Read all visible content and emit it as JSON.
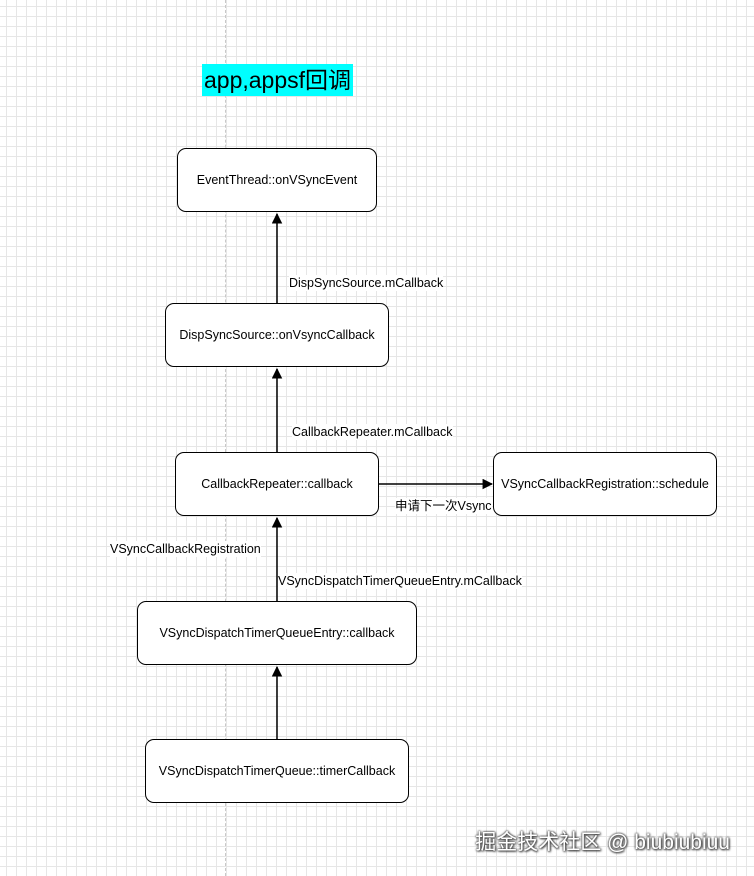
{
  "title": "app,appsf回调",
  "nodes": {
    "event_thread": "EventThread::onVSyncEvent",
    "disp_sync_source": "DispSyncSource::onVsyncCallback",
    "callback_repeater": "CallbackRepeater::callback",
    "registration_schedule": "VSyncCallbackRegistration::schedule",
    "queue_entry": "VSyncDispatchTimerQueueEntry::callback",
    "timer_queue": "VSyncDispatchTimerQueue::timerCallback"
  },
  "edge_labels": {
    "disp_sync_source_callback": "DispSyncSource.mCallback",
    "callback_repeater_callback": "CallbackRepeater.mCallback",
    "request_next_vsync": "申请下一次Vsync",
    "vsync_callback_registration": "VSyncCallbackRegistration",
    "queue_entry_callback": "VSyncDispatchTimerQueueEntry.mCallback"
  },
  "watermark": "掘金技术社区 @ biubiubiuu",
  "colors": {
    "title_highlight": "#00ffff",
    "grid": "#e6e6e6",
    "stroke": "#000000"
  }
}
